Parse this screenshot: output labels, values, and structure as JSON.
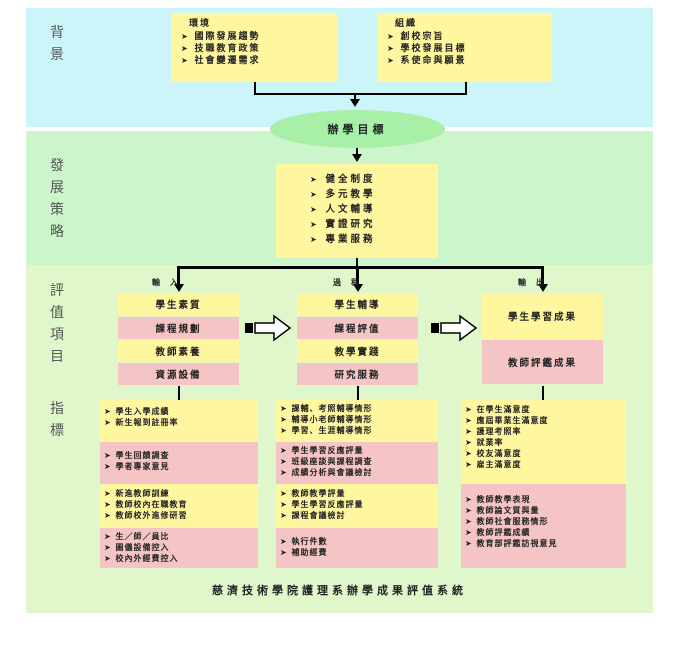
{
  "sections": {
    "background": "背景",
    "strategy": "發展策略",
    "evaluation": "評值項目",
    "indicators": "指標"
  },
  "background": {
    "env_title": "環境",
    "env_items": [
      "國際發展趨勢",
      "技職教育政策",
      "社會變遷需求"
    ],
    "org_title": "組織",
    "org_items": [
      "創校宗旨",
      "學校發展目標",
      "系使命與願景"
    ]
  },
  "goal": "辦學目標",
  "strategies": [
    "健全制度",
    "多元教學",
    "人文輔導",
    "實證研究",
    "專業服務"
  ],
  "phases": {
    "input": "輸　入",
    "process": "過　程",
    "output": "輸　出"
  },
  "input_items": [
    "學生素質",
    "課程規劃",
    "教師素養",
    "資源設備"
  ],
  "process_items": [
    "學生輔導",
    "課程評值",
    "教學實踐",
    "研究服務"
  ],
  "output_items": [
    "學生學習成果",
    "教師評鑑成果"
  ],
  "indicators": {
    "input": [
      [
        "學生入學成績",
        "新生報到註冊率"
      ],
      [
        "學生回饋調查",
        "學者專家意見"
      ],
      [
        "新進教師訓練",
        "教師校內在職教育",
        "教師校外進修研習"
      ],
      [
        "生／師／員比",
        "圖儀設備控入",
        "校內外經費控入"
      ]
    ],
    "process": [
      [
        "課輔、考照輔導情形",
        "輔導小老師輔導情形",
        "學習、生涯輔導情形"
      ],
      [
        "學生學習反應評量",
        "班級座談與課程調查",
        "成績分析與會議檢討"
      ],
      [
        "教師教學評量",
        "學生學習反應評量",
        "課程會議檢討"
      ],
      [
        "執行件數",
        "補助經費"
      ]
    ],
    "output": [
      [
        "在學生滿意度",
        "應屆畢業生滿意度",
        "護理考照率",
        "就業率",
        "校友滿意度",
        "雇主滿意度"
      ],
      [
        "教師教學表現",
        "教師論文質與量",
        "教師社會服務情形",
        "教師評鑑成績",
        "教育部評鑑訪視意見"
      ]
    ]
  },
  "footer": "慈濟技術學院護理系辦學成果評值系統",
  "colors": {
    "band_top": "#ccf5f9",
    "band_mid": "#ccf5cc",
    "band_bottom": "#e0f7cc",
    "yellow": "#fff6a0",
    "pink": "#f5c4c4",
    "ellipse": "#a8f0a8"
  }
}
